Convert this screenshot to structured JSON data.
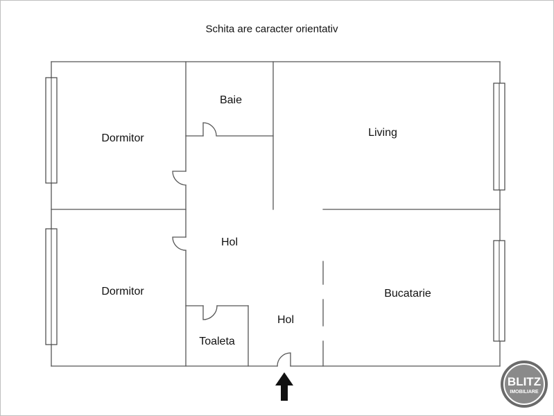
{
  "note": "Schita are caracter orientativ",
  "rooms": {
    "baie": "Baie",
    "living": "Living",
    "dormitor_top": "Dormitor",
    "dormitor_bottom": "Dormitor",
    "hol_main": "Hol",
    "hol_entry": "Hol",
    "bucatarie": "Bucatarie",
    "toaleta": "Toaleta"
  },
  "logo": {
    "brand": "BLITZ",
    "sub": "IMOBILIARE"
  },
  "colors": {
    "wall": "#555555",
    "window": "#444444",
    "arrow": "#111111",
    "logo_ring": "#6a6a6a",
    "logo_fill": "#8a8a8a",
    "logo_text": "#ffffff"
  },
  "icons": {
    "entrance": "entrance-arrow-icon",
    "logo": "blitz-logo-icon"
  }
}
